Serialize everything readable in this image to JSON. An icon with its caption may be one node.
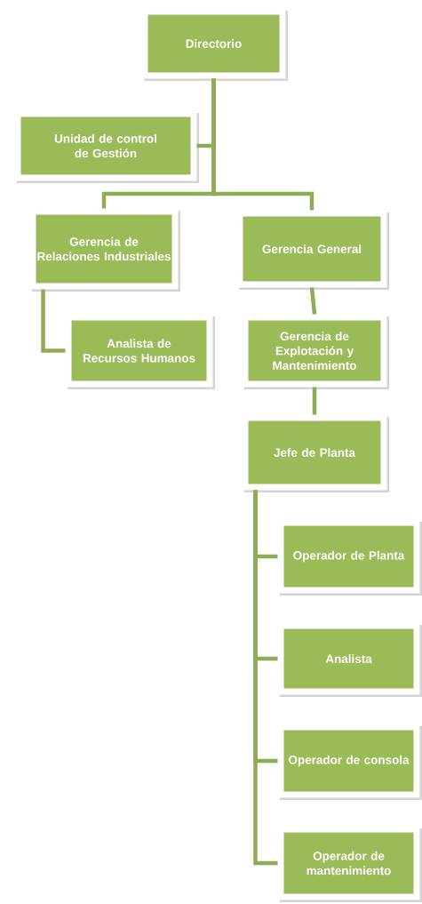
{
  "diagram": {
    "nodes": [
      {
        "text": [
          "Directorio"
        ]
      },
      {
        "text": [
          "Unidad de control de Gestión"
        ]
      },
      {
        "text": [
          "Gerencia de Relaciones Industriales"
        ]
      },
      {
        "text": [
          "Gerencia General"
        ]
      },
      {
        "text": [
          "Analista de Recursos Humanos"
        ]
      },
      {
        "text": [
          "Gerencia de Explotación y Mantenimiento"
        ]
      },
      {
        "text": [
          "Jefe de Planta"
        ]
      },
      {
        "text": [
          "Operador de Planta"
        ]
      },
      {
        "text": [
          "Analista"
        ]
      },
      {
        "text": [
          "Operador de consola"
        ]
      },
      {
        "text": [
          "Operador de mantenimiento"
        ]
      }
    ],
    "edges": [
      {
        "from": 0,
        "to": 1,
        "arrow": "none"
      },
      {
        "from": 0,
        "to": 2,
        "arrow": "none"
      },
      {
        "from": 0,
        "to": 3,
        "arrow": "none"
      },
      {
        "from": 2,
        "to": 4,
        "arrow": "none"
      },
      {
        "from": 3,
        "to": 5,
        "arrow": "none"
      },
      {
        "from": 5,
        "to": 6,
        "arrow": "none"
      },
      {
        "from": 6,
        "to": 7,
        "arrow": "none"
      },
      {
        "from": 6,
        "to": 8,
        "arrow": "none"
      },
      {
        "from": 6,
        "to": 9,
        "arrow": "none"
      },
      {
        "from": 6,
        "to": 10,
        "arrow": "none"
      }
    ]
  }
}
